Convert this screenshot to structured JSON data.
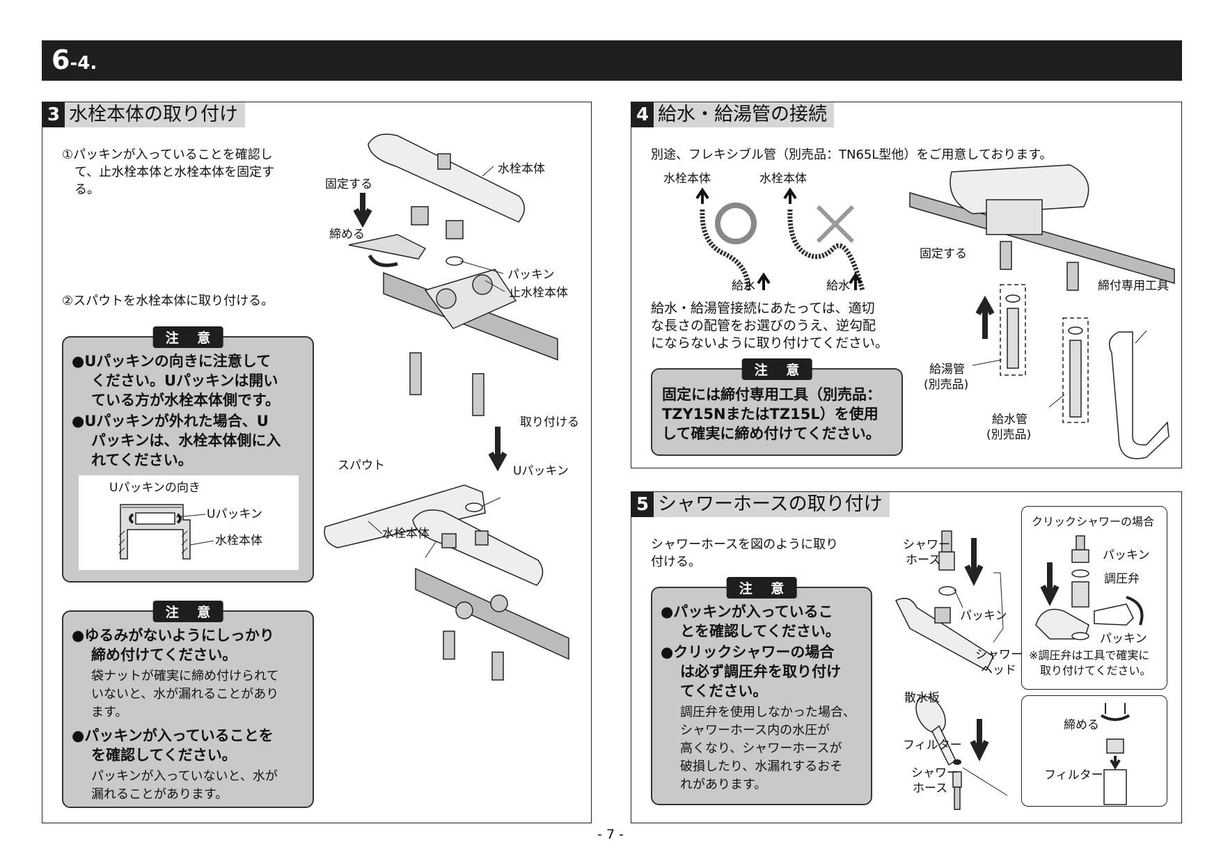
{
  "header": {
    "num": "6",
    "sub": "-4."
  },
  "s3": {
    "num": "3",
    "title": "水栓本体の取り付け",
    "step1": [
      "①パッキンが入っていることを確認し",
      "て、止水栓本体と水栓本体を固定す",
      "る。"
    ],
    "step2": "②スパウトを水栓本体に取り付ける。",
    "caution1": {
      "badge": "注 意",
      "lines": [
        "●Uパッキンの向きに注意して",
        "ください。Uパッキンは開い",
        "ている方が水栓本体側です。",
        "●Uパッキンが外れた場合、U",
        "パッキンは、水栓本体側に入",
        "れてください。"
      ],
      "inset_title": "Uパッキンの向き",
      "inset_l1": "Uパッキン",
      "inset_l2": "水栓本体"
    },
    "caution2": {
      "badge": "注 意",
      "b1": [
        "●ゆるみがないようにしっかり",
        "締め付けてください。"
      ],
      "d1": [
        "袋ナットが確実に締め付けられて",
        "いないと、水が漏れることがあり",
        "ます。"
      ],
      "b2": [
        "●パッキンが入っていることを",
        "を確認してください。"
      ],
      "d2": [
        "パッキンが入っていないと、水が",
        "漏れることがあります。"
      ]
    },
    "fig": {
      "fix": "固定する",
      "tighten": "締める",
      "body": "水栓本体",
      "packing": "パッキン",
      "stop": "止水栓本体",
      "attach": "取り付ける",
      "spout": "スパウト",
      "upacking": "Uパッキン",
      "body2": "水栓本体"
    }
  },
  "s4": {
    "num": "4",
    "title": "給水・給湯管の接続",
    "intro": "別途、フレキシブル管（別売品：TN65L型他）をご用意しております。",
    "ok_top": "水栓本体",
    "ng_top": "水栓本体",
    "ok_bottom": "給水",
    "ng_bottom": "給水",
    "body": [
      "給水・給湯管接続にあたっては、適切",
      "な長さの配管をお選びのうえ、逆勾配",
      "にならないように取り付けてください。"
    ],
    "caution": {
      "badge": "注 意",
      "lines": [
        "固定には締付専用工具（別売品：",
        "TZY15NまたはTZ15L）を使用",
        "して確実に締め付けてください。"
      ]
    },
    "fig": {
      "fix": "固定する",
      "tool": "締付専用工具",
      "hot1": "給湯管",
      "hot2": "(別売品)",
      "cold1": "給水管",
      "cold2": "(別売品)"
    }
  },
  "s5": {
    "num": "5",
    "title": "シャワーホースの取り付け",
    "intro": [
      "シャワーホースを図のように取り",
      "付ける。"
    ],
    "caution": {
      "badge": "注 意",
      "b1": [
        "●パッキンが入っているこ",
        "とを確認してください。"
      ],
      "b2": [
        "●クリックシャワーの場合",
        "は必ず調圧弁を取り付け",
        "てください。"
      ],
      "d": [
        "調圧弁を使用しなかった場合、",
        "シャワーホース内の水圧が",
        "高くなり、シャワーホースが",
        "破損したり、水漏れするおそ",
        "れがあります。"
      ]
    },
    "fig": {
      "hose1a": "シャワー",
      "hose1b": "ホース",
      "packing": "パッキン",
      "head1": "シャワー",
      "head2": "ヘッド",
      "plate": "散水板",
      "filter": "フィルター",
      "hose2a": "シャワー",
      "hose2b": "ホース"
    },
    "click": {
      "title": "クリックシャワーの場合",
      "packing1": "パッキン",
      "valve": "調圧弁",
      "packing2": "パッキン",
      "note": [
        "※調圧弁は工具で確実に",
        "取り付けてください。"
      ]
    },
    "filterbox": {
      "tighten": "締める",
      "filter": "フィルター"
    }
  },
  "page": "- 7 -"
}
